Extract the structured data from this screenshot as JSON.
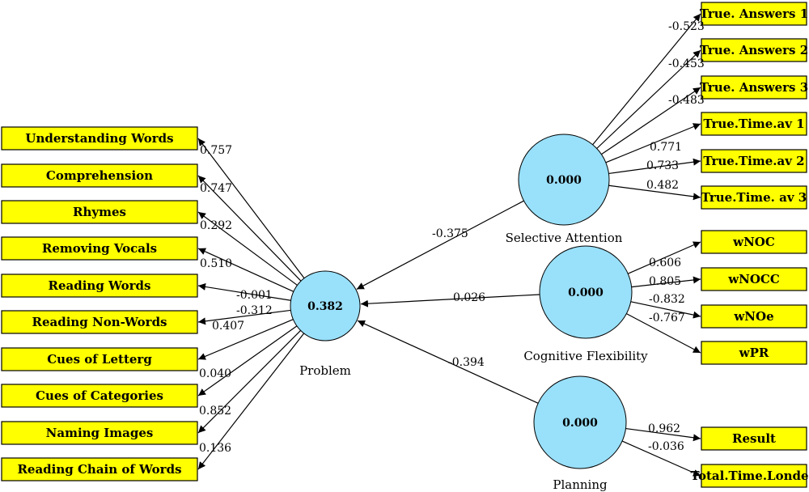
{
  "colors": {
    "indicator_fill": "#ffff00",
    "indicator_stroke": "#000000",
    "latent_fill": "#99e0fa",
    "latent_stroke": "#000000",
    "edge": "#000000"
  },
  "latents": {
    "problem": {
      "label": "Problem",
      "value": "0.382"
    },
    "selective_attention": {
      "label": "Selective Attention",
      "value": "0.000"
    },
    "cognitive_flexibility": {
      "label": "Cognitive Flexibility",
      "value": "0.000"
    },
    "planning": {
      "label": "Planning",
      "value": "0.000"
    }
  },
  "problem_indicators": [
    {
      "label": "Understanding Words",
      "coef": "0.757"
    },
    {
      "label": "Comprehension",
      "coef": "0.747"
    },
    {
      "label": "Rhymes",
      "coef": "0.292"
    },
    {
      "label": "Removing Vocals",
      "coef": "0.510"
    },
    {
      "label": "Reading Words",
      "coef": "-0.001"
    },
    {
      "label": "Reading Non-Words",
      "coef": "-0.312"
    },
    {
      "label": "Cues of Letterg",
      "coef": "0.407"
    },
    {
      "label": "Cues of Categories",
      "coef": "0.040"
    },
    {
      "label": "Naming Images",
      "coef": "0.852"
    },
    {
      "label": "Reading Chain of Words",
      "coef": "0.136"
    }
  ],
  "selective_attention_indicators": [
    {
      "label": "True. Answers 1",
      "coef": "-0.523"
    },
    {
      "label": "True. Answers 2",
      "coef": "-0.453"
    },
    {
      "label": "True. Answers 3",
      "coef": "-0.483"
    },
    {
      "label": "True.Time.av 1",
      "coef": "0.771"
    },
    {
      "label": "True.Time.av 2",
      "coef": "0.733"
    },
    {
      "label": "True.Time. av 3",
      "coef": "0.482"
    }
  ],
  "cognitive_flexibility_indicators": [
    {
      "label": "wNOC",
      "coef": "0.606"
    },
    {
      "label": "wNOCC",
      "coef": "0.805"
    },
    {
      "label": "wNOe",
      "coef": "-0.832"
    },
    {
      "label": "wPR",
      "coef": "-0.767"
    }
  ],
  "planning_indicators": [
    {
      "label": "Result",
      "coef": "0.962"
    },
    {
      "label": "Total.Time.Londen",
      "coef": "-0.036"
    }
  ],
  "paths": {
    "selective_attention": "-0.375",
    "cognitive_flexibility": "0.026",
    "planning": "-0.394"
  }
}
